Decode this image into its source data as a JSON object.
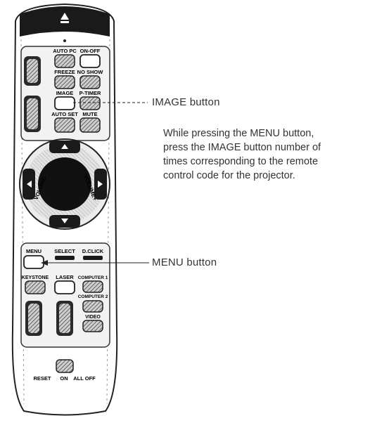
{
  "remote": {
    "button_labels": {
      "auto_pc": "AUTO PC",
      "on_off": "ON-OFF",
      "freeze": "FREEZE",
      "no_show": "NO SHOW",
      "image": "IMAGE",
      "p_timer": "P-TIMER",
      "auto_set": "AUTO SET",
      "mute": "MUTE",
      "volume_minus": "VOLUME-",
      "volume_plus": "VOLUME+",
      "menu": "MENU",
      "select": "SELECT",
      "d_click": "D.CLICK",
      "keystone": "KEYSTONE",
      "laser": "LASER",
      "computer_1": "COMPUTER 1",
      "computer_2": "COMPUTER 2",
      "video": "VIDEO",
      "reset": "RESET",
      "on": "ON",
      "all_off": "ALL OFF"
    }
  },
  "callouts": {
    "image_button": "IMAGE button",
    "menu_button": "MENU button"
  },
  "instructions": {
    "lines": [
      "While pressing the MENU button,",
      "press the IMAGE button number of",
      "times corresponding to the remote",
      "control code for the projector."
    ]
  }
}
